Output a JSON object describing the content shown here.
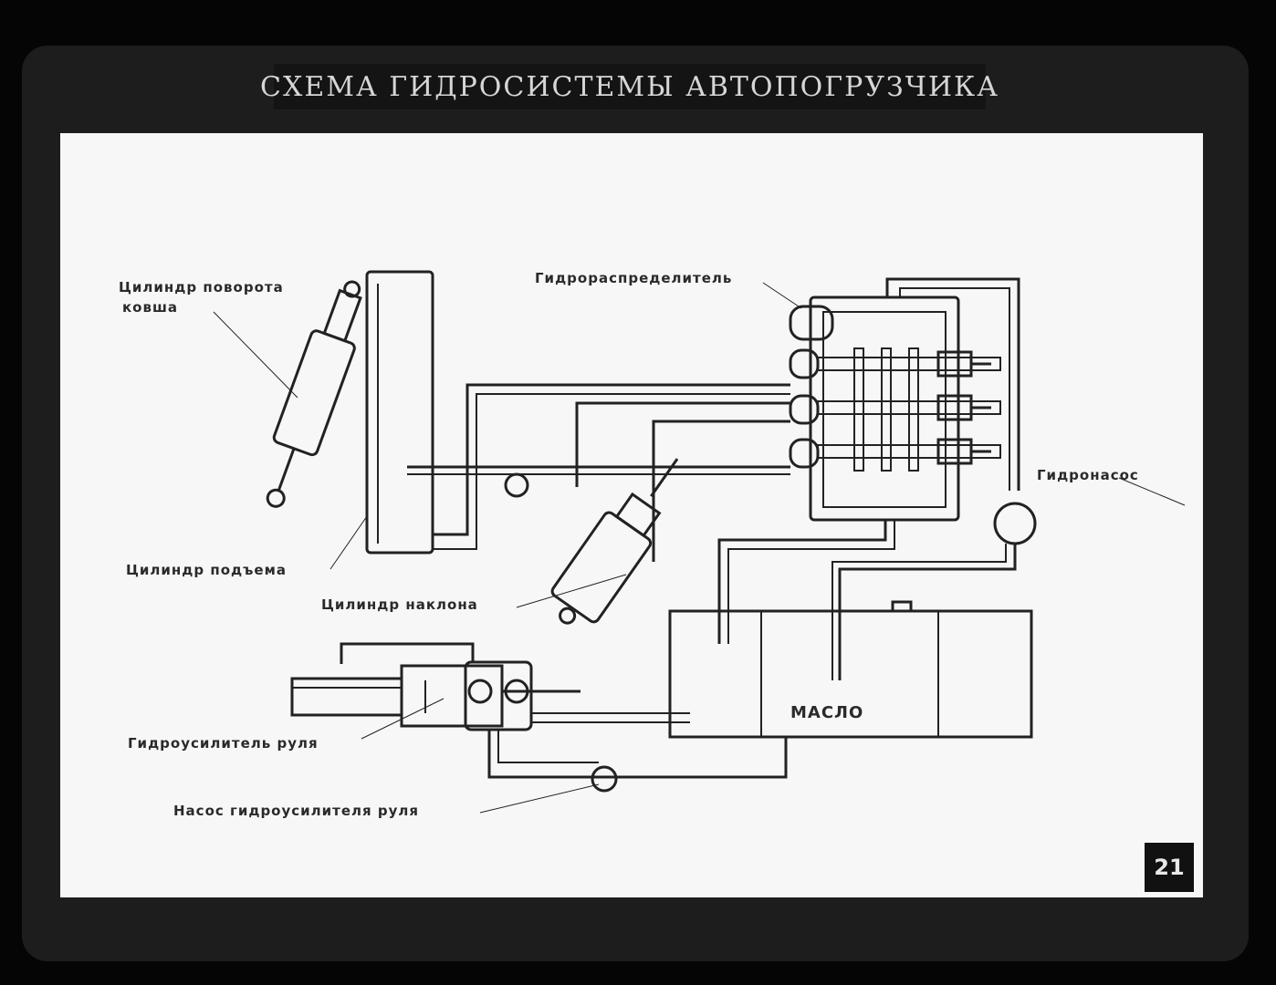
{
  "title": "СХЕМА ГИДРОСИСТЕМЫ АВТОПОГРУЗЧИКА",
  "page_number": "21",
  "labels": {
    "bucket_cylinder_line1": "Цилиндр поворота",
    "bucket_cylinder_line2": "ковша",
    "distributor": "Гидрораспределитель",
    "pump": "Гидронасос",
    "lift_cylinder": "Цилиндр подъема",
    "tilt_cylinder": "Цилиндр наклона",
    "oil": "МАСЛО",
    "power_steering": "Гидроусилитель руля",
    "steering_pump": "Насос гидроусилителя руля"
  }
}
